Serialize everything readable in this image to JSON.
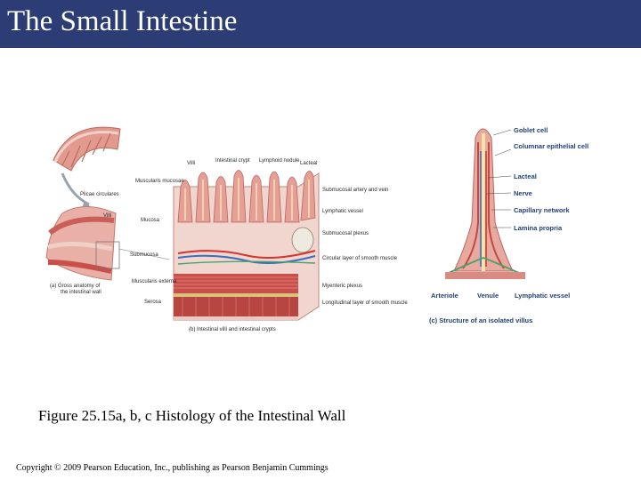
{
  "slide": {
    "title": "The Small Intestine",
    "caption": "Figure 25.15a, b, c Histology of the Intestinal Wall",
    "copyright": "Copyright © 2009 Pearson Education, Inc., publishing as Pearson Benjamin Cummings"
  },
  "figure": {
    "panel_a": {
      "labels": [
        "Plicae circulares",
        "Villi"
      ],
      "caption": [
        "(a) Gross anatomy of",
        "the intestinal wall"
      ]
    },
    "panel_b": {
      "top_labels": [
        "Villi",
        "Intestinal crypt",
        "Lymphoid nodule",
        "Lacteal"
      ],
      "left_labels": [
        "Muscularis mucosae",
        "Mucosa",
        "Submucosa",
        "Muscularis externa",
        "Serosa"
      ],
      "right_labels": [
        "Submucosal artery and vein",
        "Lymphatic vessel",
        "Submucosal plexus",
        "Circular layer of smooth muscle",
        "Myenteric plexus",
        "Longitudinal layer of smooth muscle"
      ],
      "caption": "(b) Intestinal villi and intestinal crypts"
    },
    "panel_c": {
      "right_labels": [
        "Goblet cell",
        "Columnar epithelial cell",
        "Lacteal",
        "Nerve",
        "Capillary network",
        "Lamina propria"
      ],
      "bottom_labels": [
        "Arteriole",
        "Venule",
        "Lymphatic vessel"
      ],
      "caption": "(c) Structure of an isolated villus"
    }
  },
  "colors": {
    "title_bar": "#2c3c74",
    "label_blue": "#1f3f7a",
    "tissue_pink": "#e8a9a0",
    "muscle_red": "#c9504a",
    "artery": "#d8322e",
    "vein": "#3a6fc0",
    "lymph": "#4aa36a"
  }
}
